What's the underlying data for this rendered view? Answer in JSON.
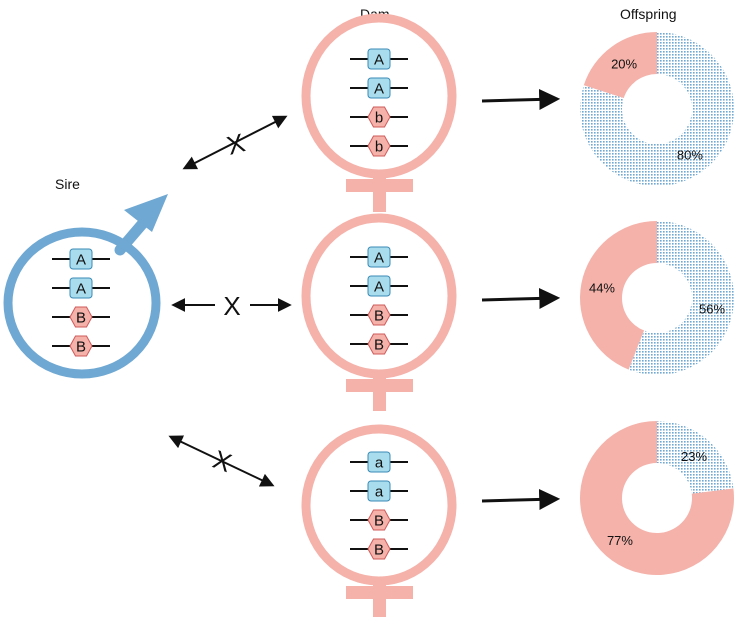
{
  "headers": {
    "dam": "Dam",
    "offspring": "Offspring",
    "sire": "Sire"
  },
  "cross_symbol": "X",
  "colors": {
    "male": "#6fa8d2",
    "female": "#f4b2aa",
    "gene_box_fill": "#a9dcec",
    "gene_box_stroke": "#3a8ab6",
    "gene_hex_fill": "#f4b2aa",
    "gene_hex_stroke": "#d05a5a",
    "pattern_dot": "#6fa8d2"
  },
  "sire": {
    "alleles": [
      "A",
      "A",
      "B",
      "B"
    ]
  },
  "dams": [
    {
      "alleles": [
        "A",
        "A",
        "b",
        "b"
      ]
    },
    {
      "alleles": [
        "A",
        "A",
        "B",
        "B"
      ]
    },
    {
      "alleles": [
        "a",
        "a",
        "B",
        "B"
      ]
    }
  ],
  "chart_data": [
    {
      "type": "pie",
      "donut": true,
      "slices": [
        {
          "label": "20%",
          "value": 20,
          "fill": "pink"
        },
        {
          "label": "80%",
          "value": 80,
          "fill": "pattern"
        }
      ]
    },
    {
      "type": "pie",
      "donut": true,
      "slices": [
        {
          "label": "44%",
          "value": 44,
          "fill": "pink"
        },
        {
          "label": "56%",
          "value": 56,
          "fill": "pattern"
        }
      ]
    },
    {
      "type": "pie",
      "donut": true,
      "slices": [
        {
          "label": "77%",
          "value": 77,
          "fill": "pink"
        },
        {
          "label": "23%",
          "value": 23,
          "fill": "pattern"
        }
      ]
    }
  ]
}
